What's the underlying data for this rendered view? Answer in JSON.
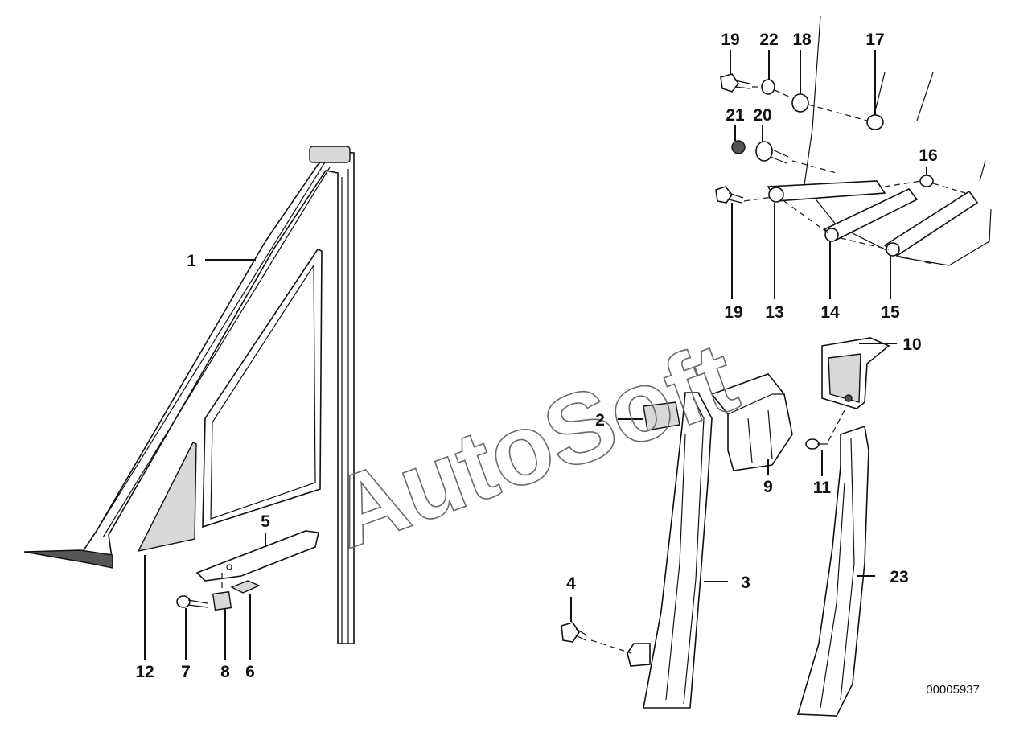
{
  "diagram": {
    "drawing_number": "00005937",
    "watermark": "AutoSoft",
    "callouts": {
      "c1": "1",
      "c2": "2",
      "c3": "3",
      "c4": "4",
      "c5": "5",
      "c6": "6",
      "c7": "7",
      "c8": "8",
      "c9": "9",
      "c10": "10",
      "c11": "11",
      "c12": "12",
      "c13": "13",
      "c14": "14",
      "c15": "15",
      "c16": "16",
      "c17": "17",
      "c18": "18",
      "c19a": "19",
      "c19b": "19",
      "c20": "20",
      "c21": "21",
      "c22": "22",
      "c23": "23"
    }
  }
}
